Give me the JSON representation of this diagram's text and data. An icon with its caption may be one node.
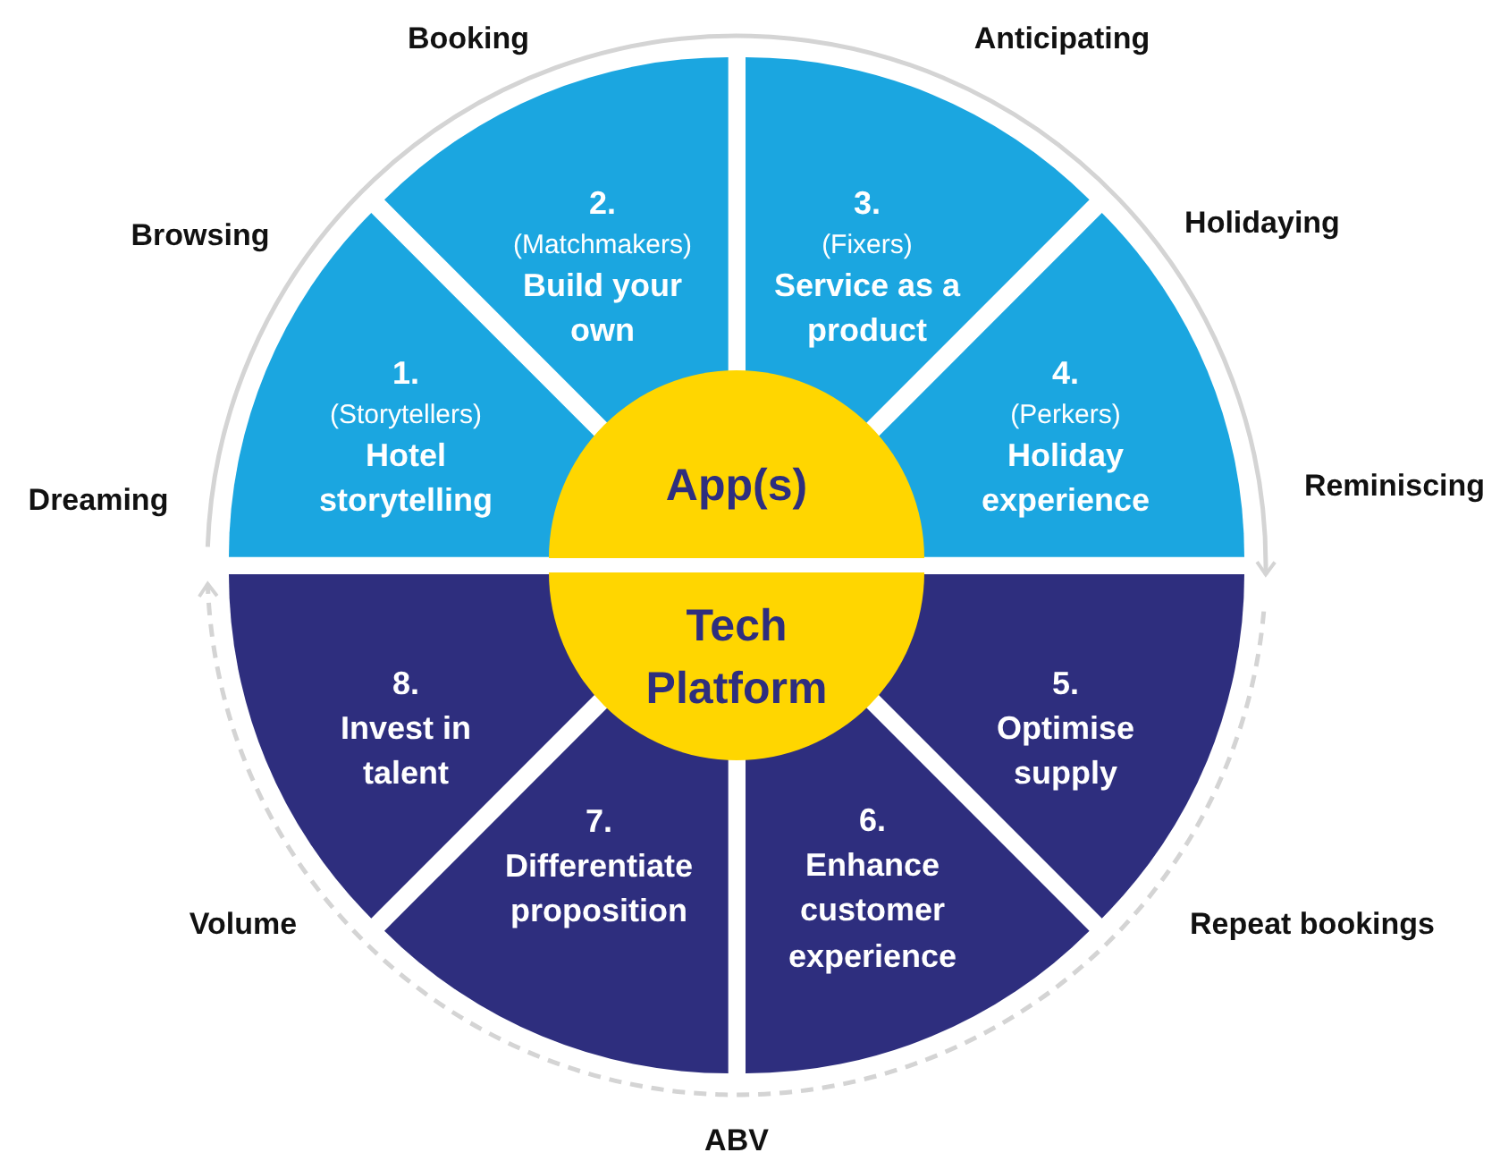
{
  "diagram": {
    "nodes": [
      {
        "text": [
          "App(s)"
        ]
      },
      {
        "text": [
          "Tech Platform"
        ]
      },
      {
        "text": [
          "1.",
          "(Storytellers)",
          "Hotel storytelling"
        ]
      },
      {
        "text": [
          "2.",
          "(Matchmakers)",
          "Build your own"
        ]
      },
      {
        "text": [
          "3.",
          "(Fixers)",
          "Service as a product"
        ]
      },
      {
        "text": [
          "4.",
          "(Perkers)",
          "Holiday experience"
        ]
      },
      {
        "text": [
          "5.",
          "Optimise supply"
        ]
      },
      {
        "text": [
          "6.",
          "Enhance customer experience"
        ]
      },
      {
        "text": [
          "7.",
          "Differentiate proposition"
        ]
      },
      {
        "text": [
          "8.",
          "Invest in talent"
        ]
      }
    ],
    "edges": [],
    "labels": [
      "Booking",
      "Anticipating",
      "Browsing",
      "Holidaying",
      "Dreaming",
      "Reminiscing",
      "Volume",
      "Repeat bookings",
      "ABV"
    ]
  }
}
